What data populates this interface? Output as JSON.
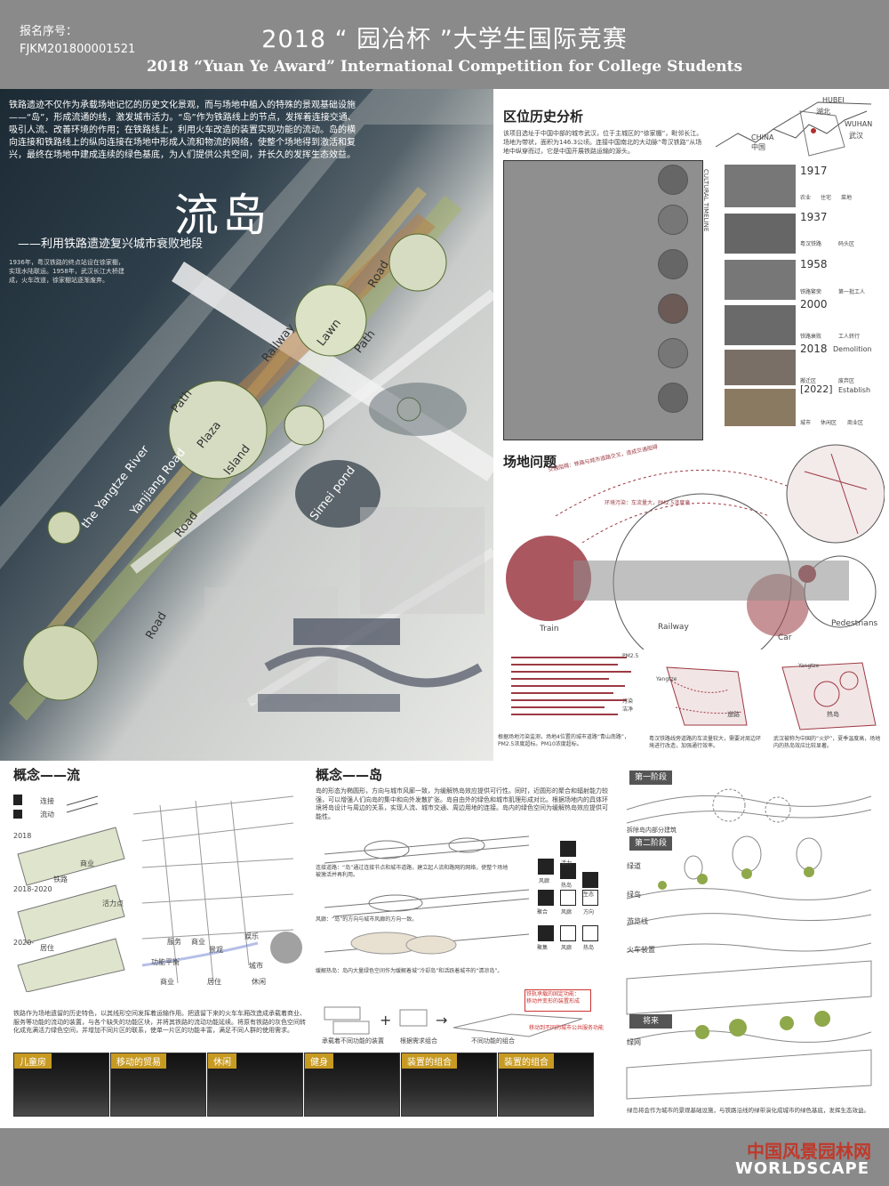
{
  "header": {
    "reg_label": "报名序号：",
    "reg_no": "FJKM201800001521",
    "title_cn": "2018 “ 园冶杯 ”大学生国际竞赛",
    "title_en": "2018 “Yuan Ye Award” International Competition for College Students"
  },
  "hero": {
    "intro": "铁路遗迹不仅作为承载场地记忆的历史文化景观，而与场地中植入的特殊的景观基础设施——“岛”，形成流通的线，激发城市活力。“岛”作为铁路线上的节点，发挥着连接交通、吸引人流、改善环境的作用；在铁路线上，利用火车改造的装置实现功能的流动。岛的横向连接和铁路线上的纵向连接在场地中形成人流和物流的网络，使整个场地得到激活和复兴，最终在场地中建成连续的绿色基底，为人们提供公共空间，并长久的发挥生态效益。",
    "title": "流岛",
    "subtitle": "——利用铁路遗迹复兴城市衰败地段",
    "note": "1936年，粤汉铁路的终点站设在徐家棚，实现水陆联运。1958年，武汉长江大桥建成，火车改道，徐家棚站逐渐废弃。",
    "labels": {
      "river": "the Yangtze River",
      "yanjiang": "Yanjiang Road",
      "road1": "Road",
      "road2": "Road",
      "road3": "Road",
      "railway": "Railway",
      "lawn": "Lawn",
      "path1": "Path",
      "path2": "Path",
      "plaza": "Plaza",
      "island": "Island",
      "simei": "Simei pond"
    }
  },
  "history": {
    "title": "区位历史分析",
    "desc": "该项目选址于中国中部的城市武汉，位于主城区的“徐家棚”，毗邻长江。场地为带状，面积为146.3公顷。连接中国南北的大动脉“粤汉铁路”从场地中纵穿而过，它是中国开展铁路运输的源头。",
    "map_labels": [
      "HUBEI",
      "湖北",
      "WUHAN",
      "武汉",
      "CHINA",
      "中国"
    ],
    "timeline_label": "CULTURAL TIMELINE",
    "years": [
      {
        "year": "1917",
        "icons": [
          "农业",
          "住宅",
          "菜地"
        ]
      },
      {
        "year": "1937",
        "icons": [
          "粤汉铁路",
          "码头区"
        ]
      },
      {
        "year": "1958",
        "icons": [
          "铁路繁荣",
          "第一批工人"
        ]
      },
      {
        "year": "2000",
        "icons": [
          "铁路衰败",
          "工人转行"
        ]
      },
      {
        "year": "2018",
        "sub": "Demolition",
        "icons": [
          "搬迁区",
          "废弃区"
        ]
      },
      {
        "year": "[2022]",
        "sub": "Establish",
        "icons": [
          "城市",
          "休闲区",
          "商业区"
        ]
      }
    ]
  },
  "problems": {
    "title": "场地问题",
    "arc_top": "交通阻隔：铁路与城市道路交叉，造成交通阻碍",
    "arc_mid": "环境污染：车流量大，PM2.5浓度高",
    "labels": [
      "Train",
      "Railway",
      "Car",
      "Pedestrians"
    ],
    "chart_title": "PM2.5",
    "legend": [
      "污染",
      "洁净"
    ],
    "map1_title": "道路",
    "map2_title": "热岛",
    "map_lbl": "Yangtze",
    "caption1": "根据场地污染监测，场地4位置的城市道路“青山南路”，PM2.5浓度超标。PM10浓度超标。",
    "caption2": "粤汉铁路线旁道路的车流量较大，需要对周边环境进行改造，加强通行效率。",
    "caption3": "武汉被称为中国的“火炉”，夏季温度高，场地内的热岛效应比较显著。"
  },
  "concept_flow": {
    "title": "概念——流",
    "legend": [
      "连接",
      "流动"
    ],
    "years": [
      "2018",
      "2018-2020",
      "2020-"
    ],
    "map_labels": [
      "铁路",
      "商业",
      "活力点",
      "居住",
      "服务",
      "商业",
      "景观",
      "娱乐",
      "城市",
      "功能平衡",
      "商业",
      "居住",
      "休闲"
    ],
    "caption": "铁路作为场地遗留的历史特色，以其线形空间发挥着运输作用。把遗留下来的火车车厢改造成承载着商业、服务等功能的流动的装置，与各个缺失的功能区块，并将其铁路的流动功能延续。将原有铁路的灰色空间转化成充满活力绿色空间，并增加不同片区的联系，使单一片区的功能丰富，满足不同人群的使用需求。"
  },
  "concept_island": {
    "title": "概念——岛",
    "desc": "岛的形态为椭圆形，方向与城市风廊一致，为缓解热岛效应提供可行性。同时，近圆形的聚合和辐射能力较强，可以增强人们向岛的集中和向外发散扩张。岛自由外的绿色和城市肌理形成对比。根据场地内的具体环境将岛设计与周边的关系，实现人流、城市交通、周边用地的连接。岛内的绿色空间为缓解热岛效应提供可能性。",
    "item1": "连接道路：“岛”通过连接节点和城市道路，建立起人流和路网的网络，使整个场地被激活并再利用。",
    "item2": "风廊：“岛”的方向与城市风廊的方向一致。",
    "item3": "缓解热岛：岛内大量绿色空间作为缓解着城“冷却岛”和活跃着城市的“清凉岛”。",
    "icons": [
      "风廊",
      "活力",
      "热岛",
      "生态",
      "聚合",
      "风廊",
      "方向",
      "聚集",
      "风廊",
      "热岛"
    ],
    "steps": [
      "承载着不同功能的装置",
      "根据需求组合",
      "不同功能的组合"
    ],
    "red_box": "铁轨承载的固定功能：",
    "red_box_2": "移动并变形的装置形成",
    "red_box_3": "移动到不同的城市公共服务功能"
  },
  "stages": {
    "s1": "第一阶段",
    "s1_caption": "拆除岛内部分建筑",
    "s2": "第二阶段",
    "labels": [
      "绿道",
      "绿岛",
      "游览线",
      "火车装置"
    ],
    "s3": "将来",
    "s3_label": "绿网",
    "caption": "绿岛将会作为城市的景观基础设施，与铁路沿线的绿带演化成城市的绿色基底，发挥生态效益。"
  },
  "thumbs": [
    "儿童房",
    "移动的贸易",
    "休闲",
    "健身",
    "装置的组合",
    "装置的组合"
  ],
  "footer": {
    "logo_cn": "中国风景园林网",
    "logo_en": "WORLDSCAPE"
  },
  "colors": {
    "header_bg": "#8a8a8a",
    "accent_red": "#9c3a44",
    "thumb_tag": "#c79a22",
    "green": "#8fa84a"
  }
}
